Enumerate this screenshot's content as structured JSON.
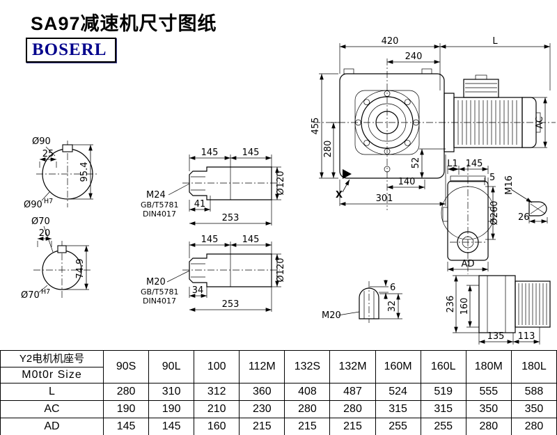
{
  "title": "SA97减速机尺寸图纸",
  "logo": "BOSERL",
  "views": {
    "main": {
      "d420": "420",
      "dL": "L",
      "d240": "240",
      "d455": "455",
      "d280": "280",
      "dAC": "AC",
      "d52": "52",
      "d140": "140",
      "d301": "301",
      "dX": "X"
    },
    "shaft_end_top": {
      "dia": "Ø90",
      "d25": "25",
      "d95_4": "95.4",
      "dia_fit": "Ø90",
      "fit": "H7"
    },
    "shaft_end_bottom": {
      "dia": "Ø70",
      "d20": "20",
      "d74_9": "74.9",
      "dia_fit": "Ø70",
      "fit": "H7"
    },
    "shaft_profile_top": {
      "d145a": "145",
      "d145b": "145",
      "dia120": "Ø120",
      "thread": "M24",
      "std1": "GB/T5781",
      "std2": "DIN4017",
      "d41": "41",
      "d253": "253"
    },
    "shaft_profile_bottom": {
      "d145a": "145",
      "d145b": "145",
      "dia120": "Ø120",
      "thread": "M20",
      "std1": "GB/T5781",
      "std2": "DIN4017",
      "d34": "34",
      "d253": "253"
    },
    "rear_view": {
      "dL1": "L1",
      "d145": "145",
      "d5": "5",
      "dM16": "M16",
      "dia260": "Ø260",
      "d26": "26",
      "dAD": "AD"
    },
    "keyway_view": {
      "d6": "6",
      "d32": "32",
      "thread": "M20"
    },
    "side_view": {
      "d236": "236",
      "d160": "160",
      "d135": "135",
      "d113": "113"
    }
  },
  "table": {
    "row_header_line1": "Y2电机机座号",
    "row_header_line2": "M0t0r Size",
    "columns": [
      "90S",
      "90L",
      "100",
      "112M",
      "132S",
      "132M",
      "160M",
      "160L",
      "180M",
      "180L"
    ],
    "rows": [
      {
        "label": "L",
        "values": [
          "280",
          "310",
          "312",
          "360",
          "408",
          "487",
          "524",
          "519",
          "555",
          "588"
        ]
      },
      {
        "label": "AC",
        "values": [
          "190",
          "190",
          "210",
          "230",
          "280",
          "280",
          "315",
          "315",
          "350",
          "350"
        ]
      },
      {
        "label": "AD",
        "values": [
          "145",
          "145",
          "160",
          "215",
          "215",
          "215",
          "255",
          "255",
          "280",
          "280"
        ]
      }
    ]
  }
}
